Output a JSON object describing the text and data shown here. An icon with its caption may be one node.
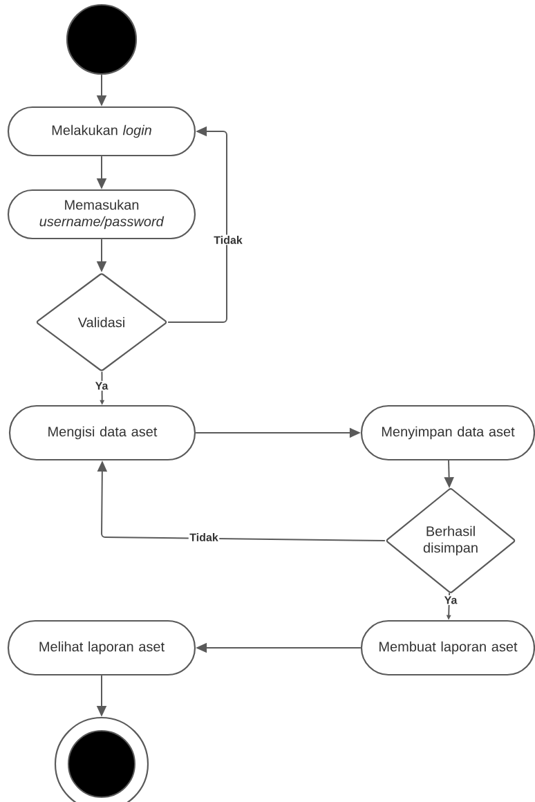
{
  "diagram": {
    "nodes": [
      {
        "text": [],
        "shape": "circle"
      },
      {
        "text": [
          "Melakukan *login*"
        ]
      },
      {
        "text": [
          "Memasukan *username/password*"
        ]
      },
      {
        "text": [
          "Validasi"
        ]
      },
      {
        "text": [
          "Mengisi data aset"
        ]
      },
      {
        "text": [
          "Menyimpan data aset"
        ]
      },
      {
        "text": [
          "Berhasil disimpan"
        ]
      },
      {
        "text": [
          "Membuat laporan aset"
        ]
      },
      {
        "text": [
          "Melihat laporan aset"
        ]
      },
      {
        "text": [],
        "shape": "circle"
      }
    ],
    "edges": [
      {
        "from": 0,
        "to": 1,
        "arrow": "to"
      },
      {
        "from": 1,
        "to": 2,
        "arrow": "to"
      },
      {
        "from": 2,
        "to": 3,
        "arrow": "to"
      },
      {
        "from": 3,
        "to": 1,
        "arrow": "to",
        "label": "Tidak"
      },
      {
        "from": 3,
        "to": 4,
        "arrow": "to",
        "label": "Ya"
      },
      {
        "from": 4,
        "to": 5,
        "arrow": "to"
      },
      {
        "from": 5,
        "to": 6,
        "arrow": "to"
      },
      {
        "from": 6,
        "to": 4,
        "arrow": "to",
        "label": "Tidak"
      },
      {
        "from": 6,
        "to": 7,
        "arrow": "to",
        "label": "Ya"
      },
      {
        "from": 7,
        "to": 8,
        "arrow": "to"
      },
      {
        "from": 8,
        "to": 9,
        "arrow": "to"
      }
    ]
  }
}
